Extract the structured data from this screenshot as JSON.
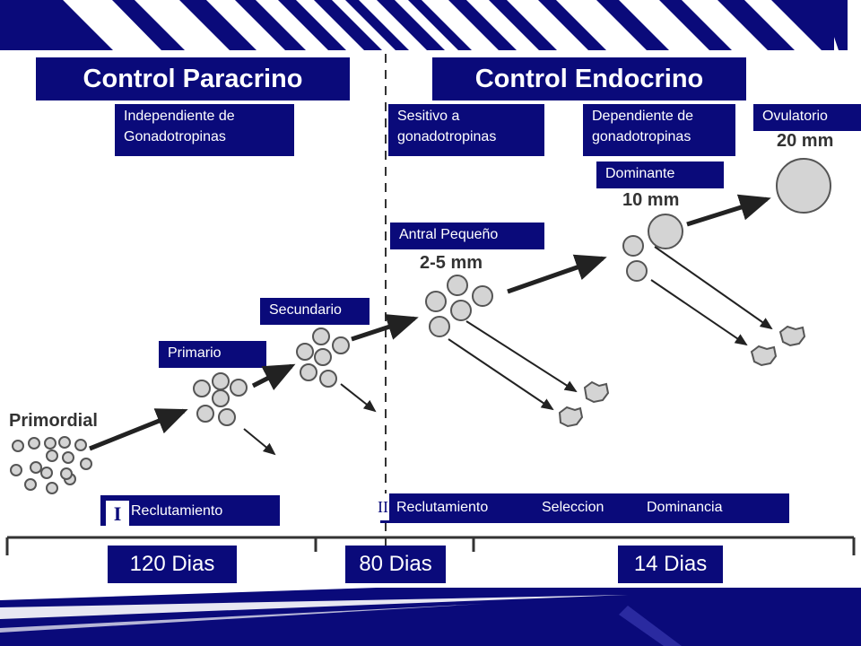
{
  "titles": {
    "paracrine": "Control Paracrino",
    "endocrine": "Control Endocrino"
  },
  "phases": {
    "independent": "Independiente de Gonadotropinas",
    "sensitive": "Sesitivo a gonadotropinas",
    "dependent": "Dependiente de gonadotropinas",
    "ovulatory": "Ovulatorio"
  },
  "stages": {
    "primordial": "Primordial",
    "primary": "Primario",
    "secondary": "Secundario",
    "small_antral": "Antral Pequeño",
    "dominant": "Dominante"
  },
  "sizes": {
    "small": "2-5 mm",
    "dominant": "10 mm",
    "ovulatory": "20 mm"
  },
  "recruitment": {
    "marker_1": "I",
    "label_1": "Reclutamiento",
    "marker_2": "II",
    "labels_2": [
      "Reclutamiento",
      "Seleccion",
      "Dominancia"
    ]
  },
  "timeline": {
    "days": [
      "120 Dias",
      "80 Dias",
      "14 Dias"
    ]
  },
  "colors": {
    "box": "#0a0a7a",
    "follicle_fill": "#d4d4d4",
    "follicle_stroke": "#555555"
  }
}
